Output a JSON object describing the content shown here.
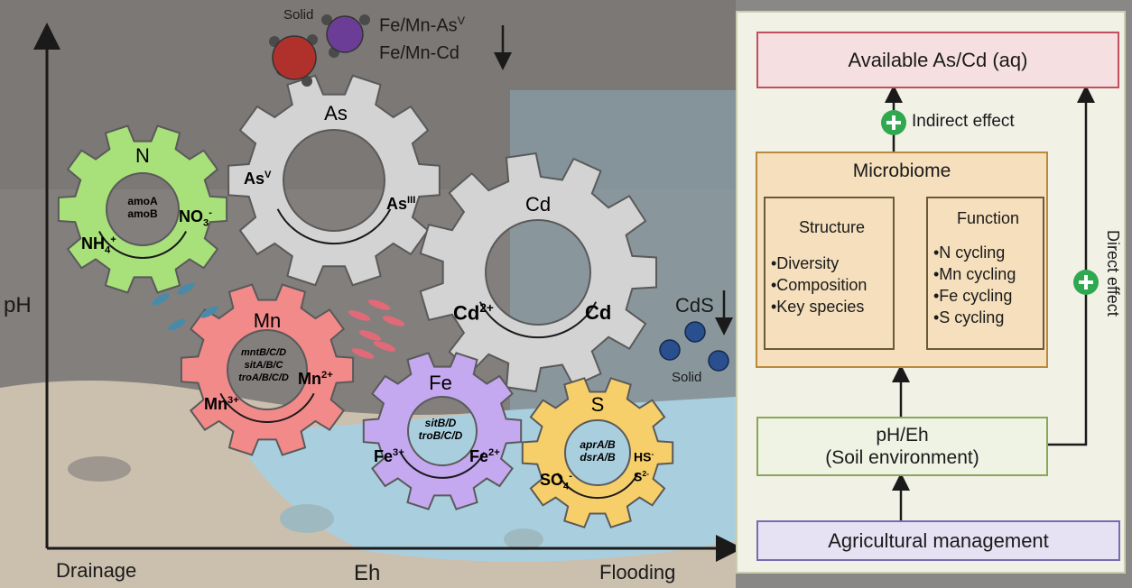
{
  "axes": {
    "y_label": "pH",
    "x_label": "Eh",
    "left_label": "Drainage",
    "right_label": "Flooding"
  },
  "top_precipitate": {
    "solid_label": "Solid",
    "line1": "Fe/Mn-As",
    "line1_sup": "V",
    "line2": "Fe/Mn-Cd"
  },
  "cds": {
    "label": "CdS",
    "solid_label": "Solid"
  },
  "gears": {
    "n": {
      "title": "N",
      "genes": [
        "amoA",
        "amoB"
      ],
      "left": "NH",
      "left_sub": "4",
      "left_sup": "+",
      "right": "NO",
      "right_sub": "3",
      "right_sup": "-"
    },
    "as": {
      "title": "As",
      "left": "As",
      "left_sup": "V",
      "right": "As",
      "right_sup": "III"
    },
    "cd": {
      "title": "Cd",
      "left": "Cd",
      "left_sup": "2+",
      "right": "Cd"
    },
    "mn": {
      "title": "Mn",
      "genes": [
        "mntB/C/D",
        "sitA/B/C",
        "troA/B/C/D"
      ],
      "left": "Mn",
      "left_sup": "3+",
      "right": "Mn",
      "right_sup": "2+"
    },
    "fe": {
      "title": "Fe",
      "genes": [
        "sitB/D",
        "troB/C/D"
      ],
      "left": "Fe",
      "left_sup": "3+",
      "right": "Fe",
      "right_sup": "2+"
    },
    "s": {
      "title": "S",
      "genes": [
        "aprA/B",
        "dsrA/B"
      ],
      "left": "SO",
      "left_sub": "4",
      "left_sup": "-",
      "right1": "HS",
      "right1_sup": "-",
      "right2": "S",
      "right2_sup": "2-"
    }
  },
  "panel": {
    "available": "Available As/Cd (aq)",
    "indirect": "Indirect effect",
    "direct": "Direct effect",
    "microbiome": "Microbiome",
    "structure": {
      "title": "Structure",
      "items": [
        "•Diversity",
        "•Composition",
        "•Key species"
      ]
    },
    "function": {
      "title": "Function",
      "items": [
        "•N cycling",
        "•Mn cycling",
        "•Fe cycling",
        "•S cycling"
      ]
    },
    "ph_line1": "pH/Eh",
    "ph_line2": "(Soil environment)",
    "agri": "Agricultural management"
  },
  "colors": {
    "n": "#a8e07a",
    "as": "#d4d3d3",
    "cd": "#d4d3d3",
    "mn": "#f28a8a",
    "fe": "#c4a8f0",
    "s": "#f7cf6a",
    "positive": "#2fa84f"
  }
}
